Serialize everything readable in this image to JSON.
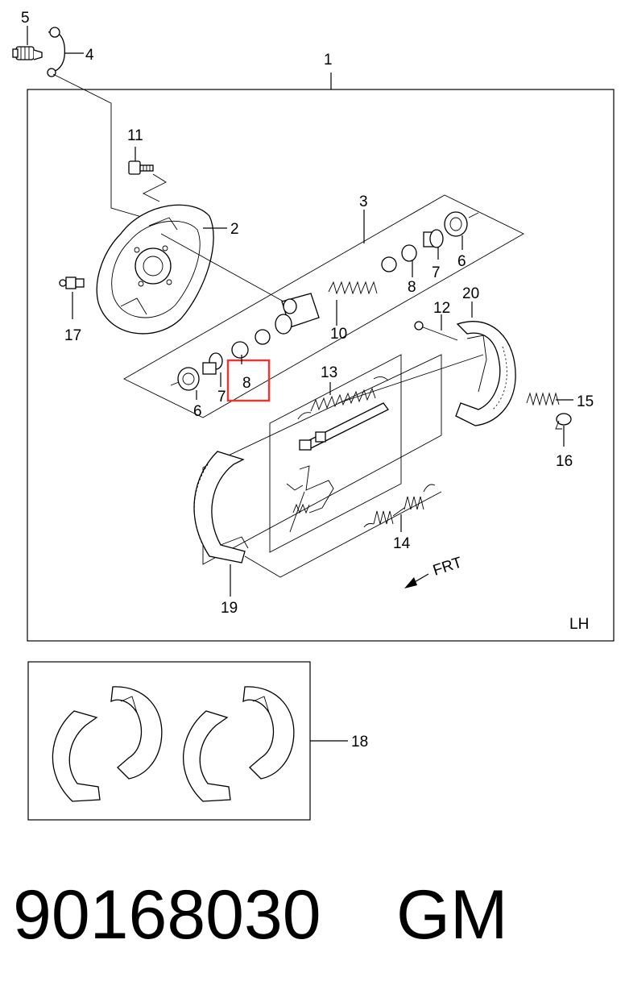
{
  "diagram": {
    "side_label": "LH",
    "direction_label": "FRT",
    "highlight_color": "#e53935",
    "callouts": {
      "c1": "1",
      "c2": "2",
      "c3": "3",
      "c4": "4",
      "c5": "5",
      "c6a": "6",
      "c6b": "6",
      "c7a": "7",
      "c7b": "7",
      "c8a": "8",
      "c8b": "8",
      "c10": "10",
      "c11": "11",
      "c12": "12",
      "c13": "13",
      "c14": "14",
      "c15": "15",
      "c16": "16",
      "c17": "17",
      "c18": "18",
      "c19": "19",
      "c20": "20"
    }
  },
  "footer": {
    "part_number": "90168030",
    "brand": "GM"
  }
}
